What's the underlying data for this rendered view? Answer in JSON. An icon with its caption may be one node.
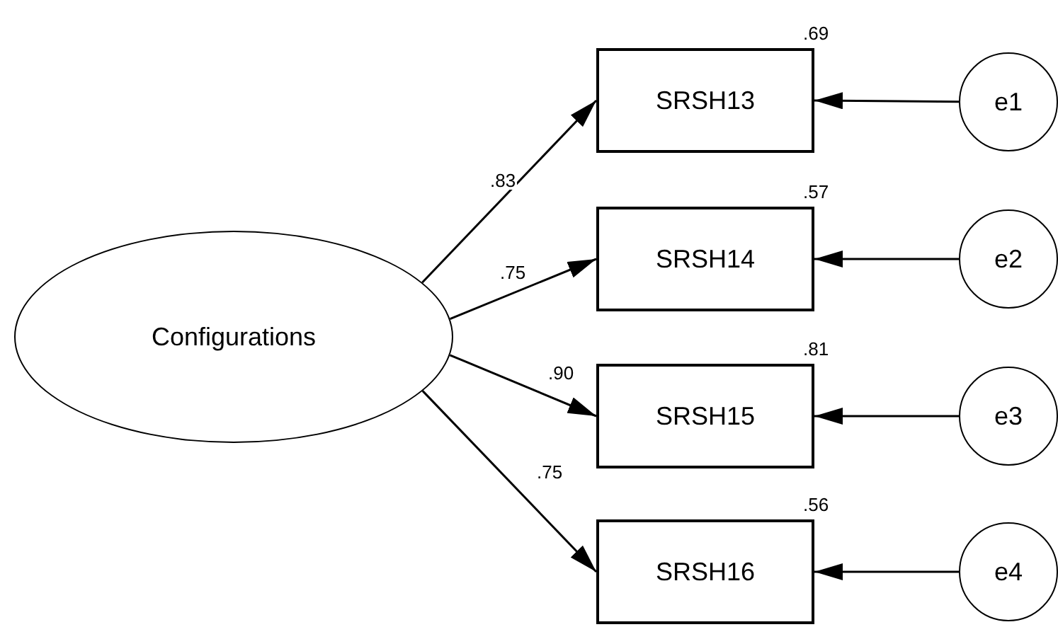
{
  "diagram": {
    "nodes": [
      {
        "text": [
          "Configurations"
        ]
      },
      {
        "text": [
          "SRSH13"
        ],
        "beside": [
          ".69"
        ]
      },
      {
        "text": [
          "SRSH14"
        ],
        "beside": [
          ".57"
        ]
      },
      {
        "text": [
          "SRSH15"
        ],
        "beside": [
          ".81"
        ]
      },
      {
        "text": [
          "SRSH16"
        ],
        "beside": [
          ".56"
        ]
      },
      {
        "text": [
          "e1"
        ]
      },
      {
        "text": [
          "e2"
        ]
      },
      {
        "text": [
          "e3"
        ]
      },
      {
        "text": [
          "e4"
        ]
      }
    ],
    "edges": [
      {
        "from": 0,
        "to": 1,
        "arrow": "to",
        "label": ".83"
      },
      {
        "from": 0,
        "to": 2,
        "arrow": "to",
        "label": ".75"
      },
      {
        "from": 0,
        "to": 3,
        "arrow": "to",
        "label": ".90"
      },
      {
        "from": 0,
        "to": 4,
        "arrow": "to",
        "label": ".75"
      },
      {
        "from": 5,
        "to": 1,
        "arrow": "to"
      },
      {
        "from": 6,
        "to": 2,
        "arrow": "to"
      },
      {
        "from": 7,
        "to": 3,
        "arrow": "to"
      },
      {
        "from": 8,
        "to": 4,
        "arrow": "to"
      }
    ]
  }
}
